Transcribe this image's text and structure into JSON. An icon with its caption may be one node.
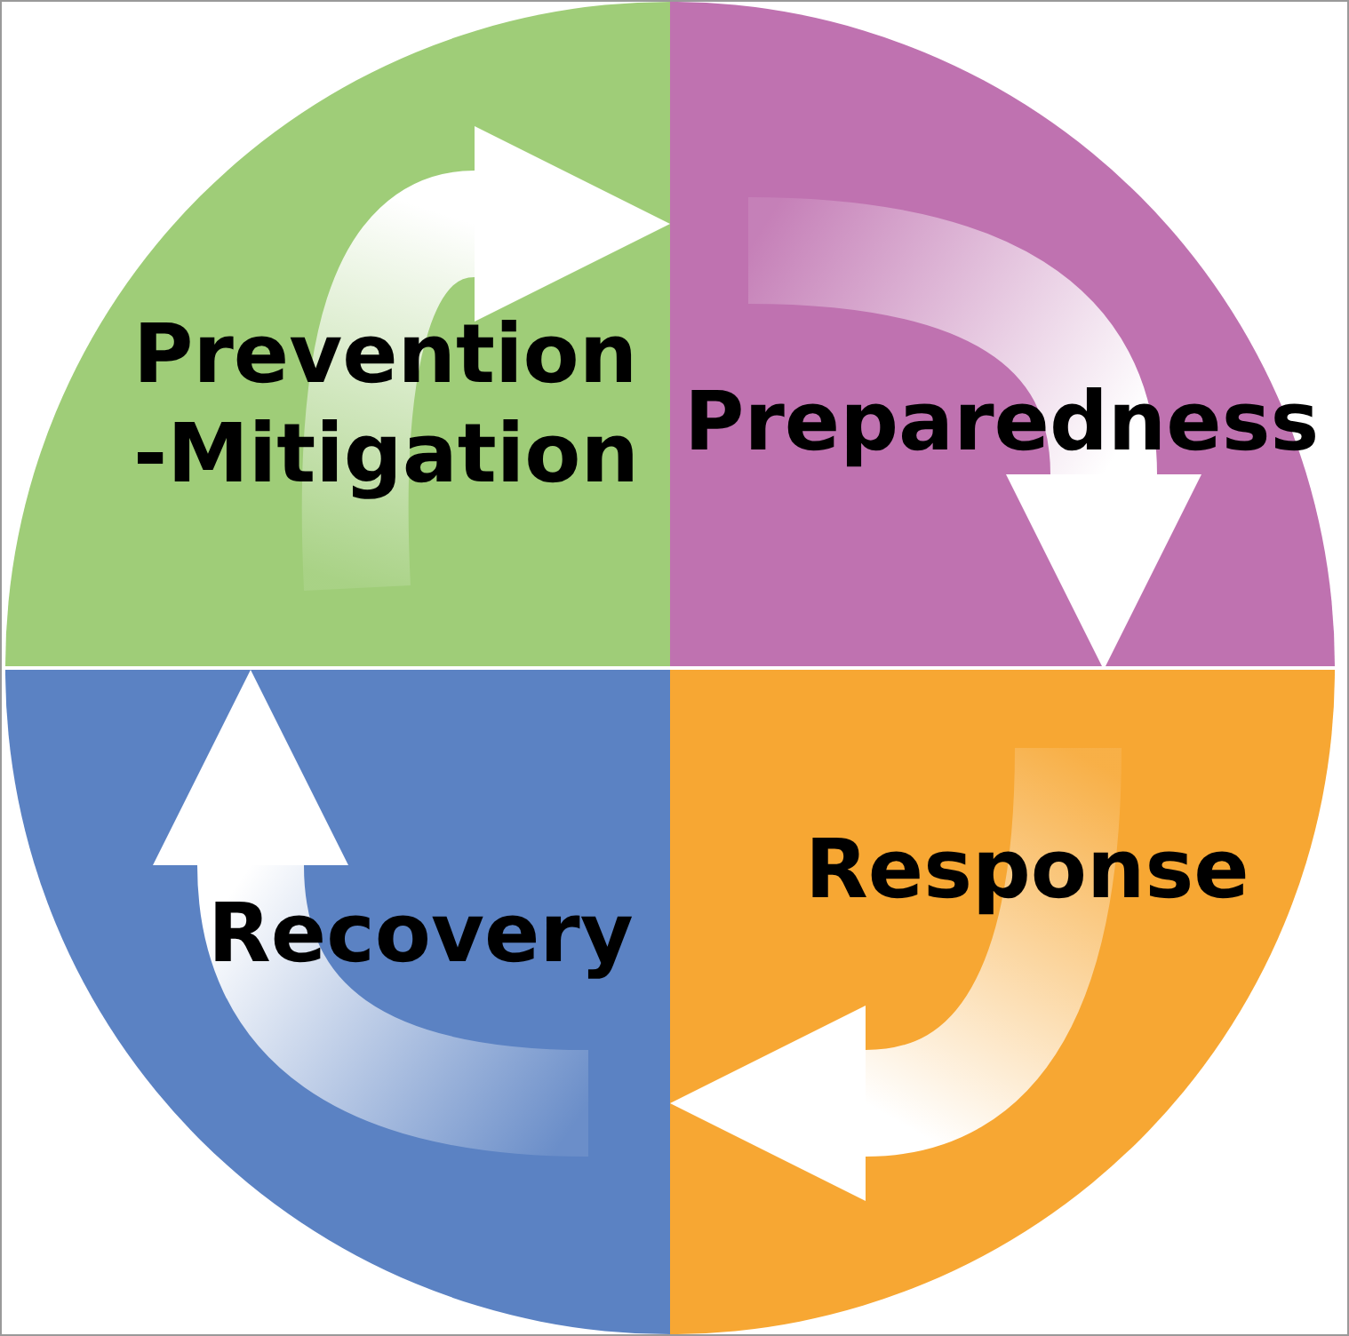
{
  "diagram": {
    "nodes": [
      {
        "text": [
          "Prevention -Mitigation"
        ]
      },
      {
        "text": [
          "Preparedness"
        ]
      },
      {
        "text": [
          "Response"
        ]
      },
      {
        "text": [
          "Recovery"
        ]
      }
    ],
    "edges": [
      {
        "from": 0,
        "to": 1,
        "arrow": "to"
      },
      {
        "from": 1,
        "to": 2,
        "arrow": "to"
      },
      {
        "from": 2,
        "to": 3,
        "arrow": "to"
      },
      {
        "from": 3,
        "to": 0,
        "arrow": "to"
      }
    ]
  }
}
